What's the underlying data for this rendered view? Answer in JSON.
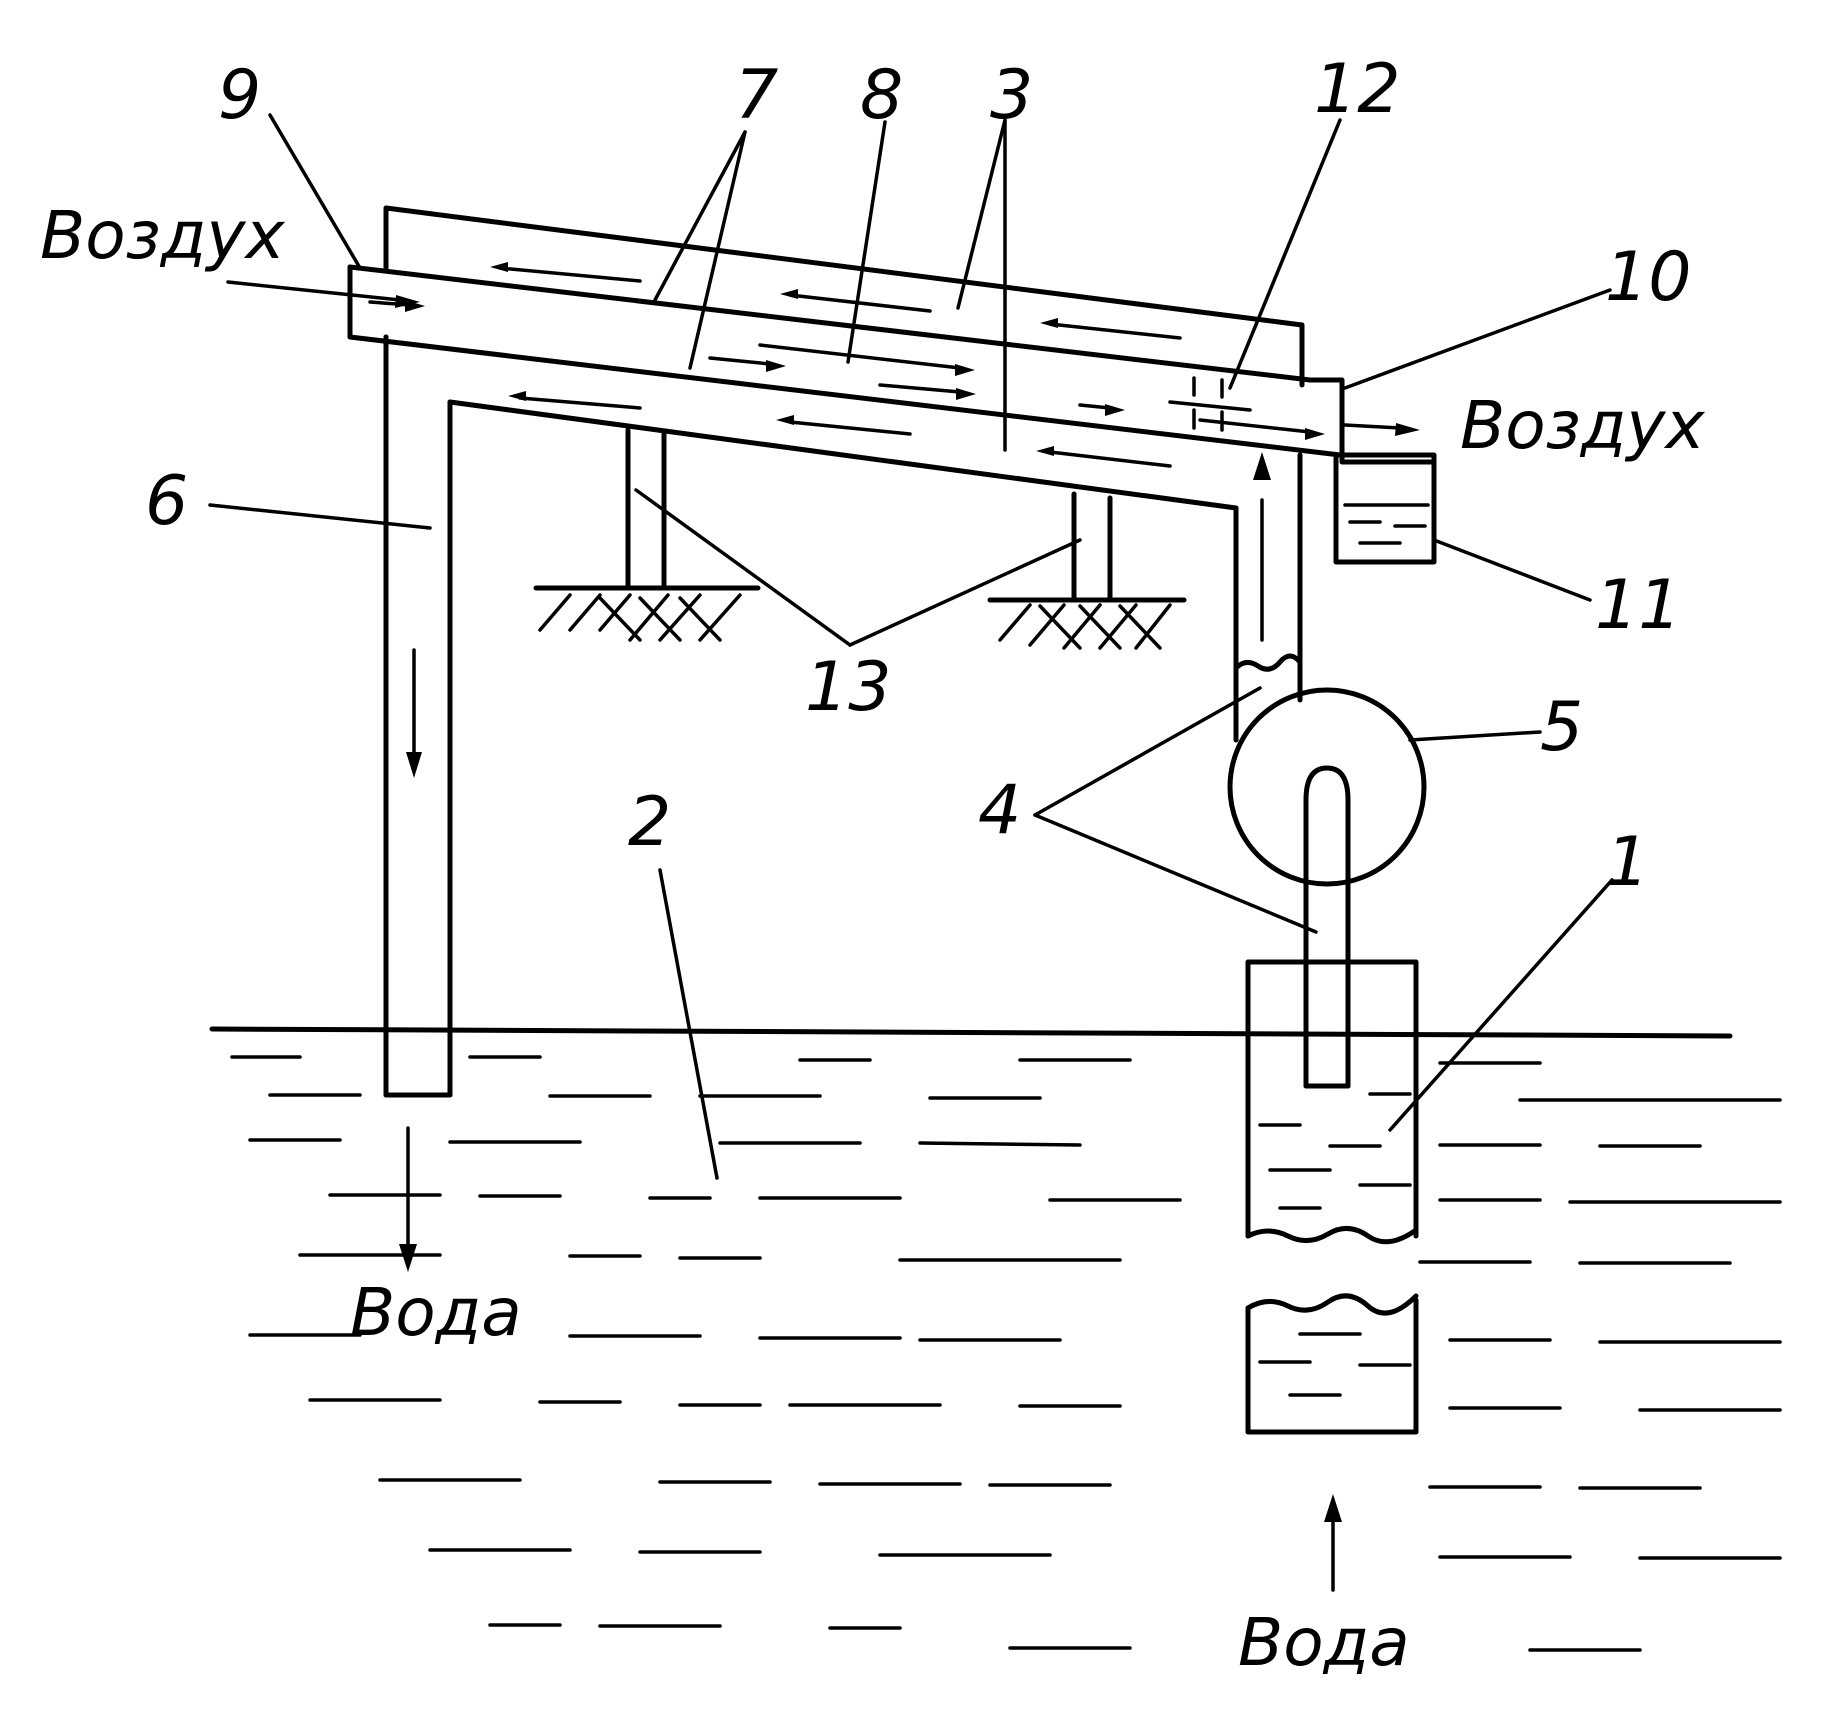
{
  "labels": {
    "n1": "1",
    "n2": "2",
    "n3": "3",
    "n4": "4",
    "n5": "5",
    "n6": "6",
    "n7": "7",
    "n8": "8",
    "n9": "9",
    "n10": "10",
    "n11": "11",
    "n12": "12",
    "n13": "13"
  },
  "flows": {
    "air_in": "Воздух",
    "air_out": "Воздух",
    "water_out": "Вода",
    "water_in": "Вода"
  }
}
